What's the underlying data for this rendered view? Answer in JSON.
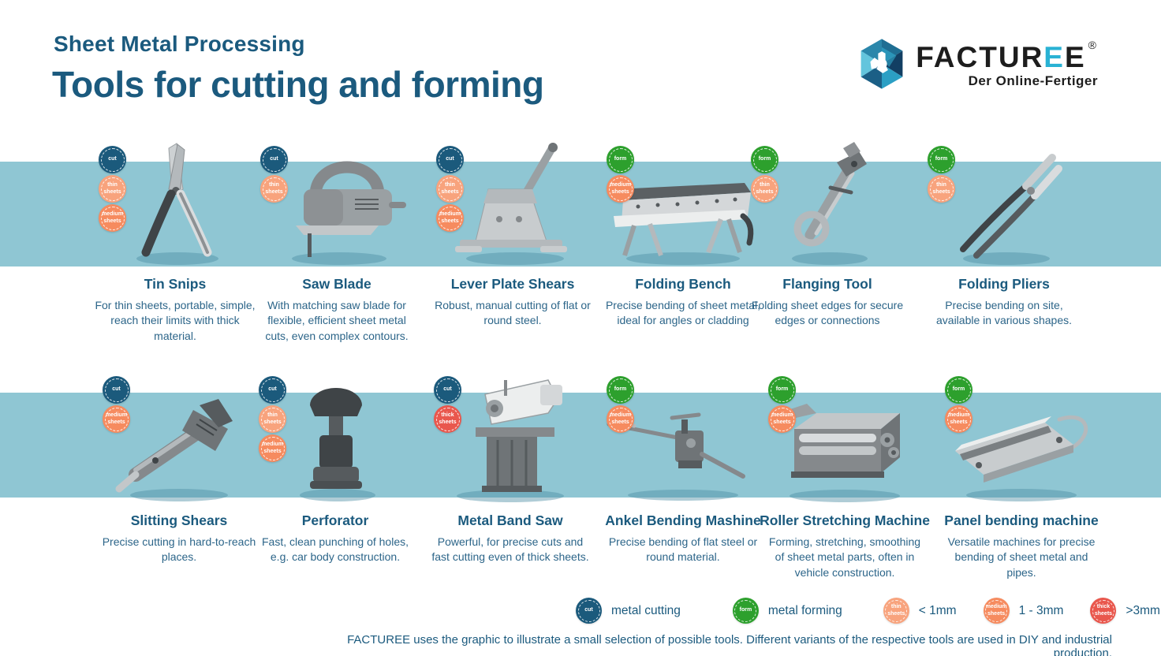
{
  "header": {
    "kicker": "Sheet Metal Processing",
    "title": "Tools for cutting and forming"
  },
  "logo": {
    "word_prefix": "FACTUR",
    "e_highlight": "E",
    "e_last": "E",
    "registered": "®",
    "tagline": "Der Online-Fertiger",
    "accent_color": "#29b2d4"
  },
  "badge_types": {
    "cut": {
      "name": "cut",
      "label": "cut",
      "color": "#1b5a7c"
    },
    "form": {
      "name": "form",
      "label": "form",
      "color": "#2da02d"
    },
    "thin": {
      "name": "thin-sheets",
      "label": "thin sheets",
      "color": "#f8a37d"
    },
    "medium": {
      "name": "medium-sheets",
      "label": "medium sheets",
      "color": "#f68b5f"
    },
    "thick": {
      "name": "thick-sheets",
      "label": "thick sheets",
      "color": "#e9574d"
    }
  },
  "tools": [
    {
      "name": "Tin Snips",
      "desc": "For thin sheets, portable, simple, reach their limits with thick material.",
      "badges": [
        "cut",
        "thin",
        "medium"
      ]
    },
    {
      "name": "Saw Blade",
      "desc": "With matching saw blade for flexible, efficient sheet metal cuts, even complex contours.",
      "badges": [
        "cut",
        "thin"
      ]
    },
    {
      "name": "Lever Plate Shears",
      "desc": "Robust, manual cutting of flat or round steel.",
      "badges": [
        "cut",
        "thin",
        "medium"
      ]
    },
    {
      "name": "Folding Bench",
      "desc": "Precise bending of sheet metal, ideal for angles or cladding",
      "badges": [
        "form",
        "medium"
      ]
    },
    {
      "name": "Flanging Tool",
      "desc": "Folding sheet edges for secure edges or connections",
      "badges": [
        "form",
        "thin"
      ]
    },
    {
      "name": "Folding Pliers",
      "desc": "Precise bending on site, available in various shapes.",
      "badges": [
        "form",
        "thin"
      ]
    },
    {
      "name": "Slitting Shears",
      "desc": "Precise cutting in hard-to-reach places.",
      "badges": [
        "cut",
        "medium"
      ]
    },
    {
      "name": "Perforator",
      "desc": "Fast, clean punching of holes, e.g. car body construction.",
      "badges": [
        "cut",
        "thin",
        "medium"
      ]
    },
    {
      "name": "Metal Band Saw",
      "desc": "Powerful, for precise cuts and fast cutting even of thick sheets.",
      "badges": [
        "cut",
        "thick"
      ]
    },
    {
      "name": "Ankel Bending Mashine",
      "desc": "Precise bending of flat steel or round material.",
      "badges": [
        "form",
        "medium"
      ]
    },
    {
      "name": "Roller Stretching Machine",
      "desc": "Forming, stretching, smoothing of sheet metal parts, often in vehicle construction.",
      "badges": [
        "form",
        "medium"
      ]
    },
    {
      "name": "Panel bending machine",
      "desc": "Versatile machines for precise bending of sheet metal and pipes.",
      "badges": [
        "form",
        "medium"
      ]
    }
  ],
  "legend": {
    "items": [
      {
        "badge": "cut",
        "label": "metal cutting"
      },
      {
        "badge": "form",
        "label": "metal forming"
      },
      {
        "badge": "thin",
        "label": "< 1mm"
      },
      {
        "badge": "medium",
        "label": "1 - 3mm"
      },
      {
        "badge": "thick",
        "label": ">3mm"
      }
    ]
  },
  "footer": {
    "note": "FACTUREE uses the graphic to illustrate a small selection of possible tools. Different variants of the respective tools are used in DIY and industrial production."
  },
  "colors": {
    "band": "#8fc6d3",
    "heading": "#1b5a7e",
    "body_text": "#2c6589"
  }
}
